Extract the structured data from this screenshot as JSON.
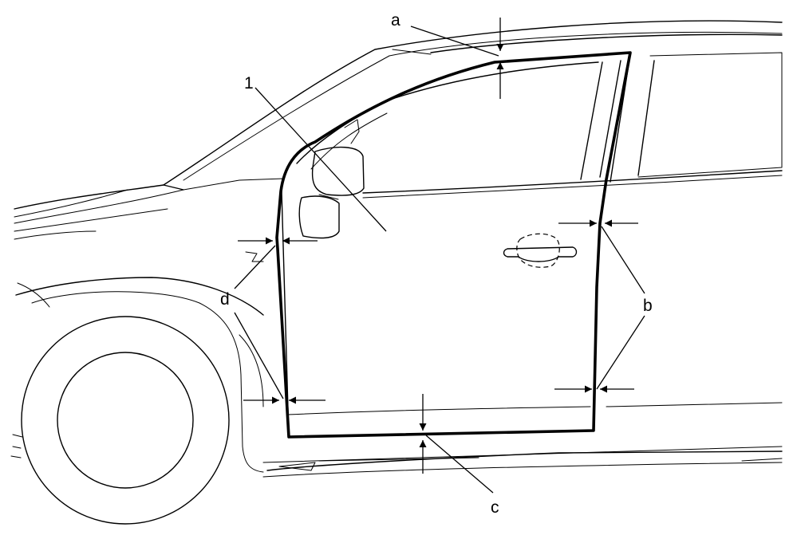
{
  "callouts": {
    "part": "1",
    "a": "a",
    "b": "b",
    "c": "c",
    "d": "d"
  },
  "colors": {
    "line": "#000000",
    "background": "#ffffff"
  }
}
